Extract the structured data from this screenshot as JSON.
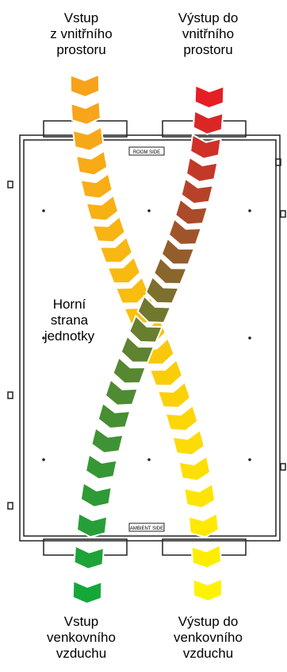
{
  "labels": {
    "top_left": "Vstup\nz vnitřního\nprostoru",
    "top_right": "Výstup do\nvnitřního\nprostoru",
    "center": "Horní\nstrana\njednotky",
    "bottom_left": "Vstup\nvenkovního\nvzduchu",
    "bottom_right": "Výstup do\nvenkovního\nvzduchu",
    "room_side": "ROOM SIDE",
    "ambient_side": "AMBIENT SIDE"
  },
  "colors": {
    "warm_start": "#f7a21b",
    "warm_mid": "#f9c10d",
    "warm_end": "#fff200",
    "hot_start": "#e61e25",
    "cool_mid": "#6b7d2e",
    "cool_end": "#16a73a"
  }
}
